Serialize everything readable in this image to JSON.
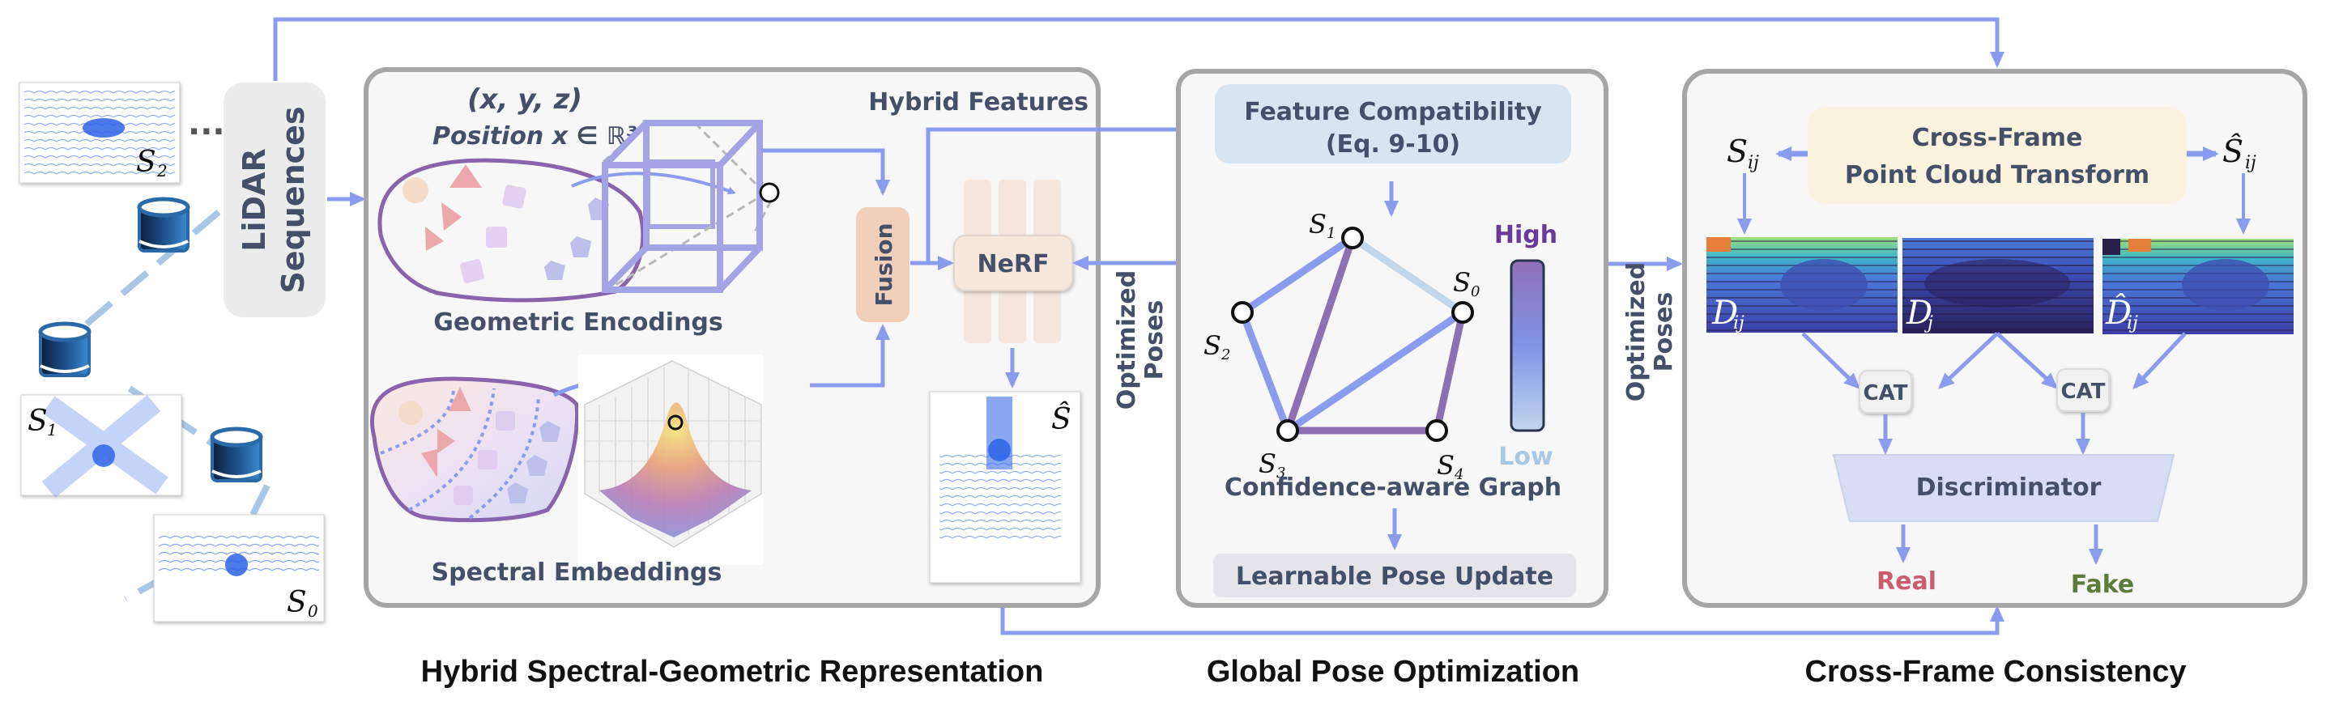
{
  "colors": {
    "arrow": "#8a9ced",
    "panel_border": "#a6a6a6",
    "panel_fill": "#f7f7f7",
    "text": "#44506a",
    "fusion_fill": "#f2cfb8",
    "nerf_fill": "#f7e6dc",
    "feature_compat_fill": "#d7e5f2",
    "pose_update_fill": "#e4e4ea",
    "transform_fill": "#fcf3de",
    "discriminator_fill": "#d6ddf4",
    "cat_fill": "#f1f1f1",
    "edge_high": "#8f6fb4",
    "edge_mid": "#8a9ced",
    "edge_low": "#c2d7ea",
    "high_label": "#6a3a9a",
    "low_label": "#a8c8e6",
    "real_label": "#cc5b6b",
    "fake_label": "#5a7d3a",
    "database": "#2a6aa8"
  },
  "input": {
    "lidar_sequences_line1": "LiDAR",
    "lidar_sequences_line2": "Sequences",
    "ellipsis": "···",
    "scans": [
      {
        "label": "S",
        "subscript": "2"
      },
      {
        "label": "S",
        "subscript": "1"
      },
      {
        "label": "S",
        "subscript": "0"
      }
    ],
    "database_icons": 3
  },
  "representation_panel": {
    "coord_label": "(x, y, z)",
    "position_label": "Position x ∈ ℝ³",
    "hybrid_features_label": "Hybrid Features",
    "geometric_encodings_label": "Geometric Encodings",
    "spectral_embeddings_label": "Spectral Embeddings",
    "fusion_label": "Fusion",
    "nerf_label": "NeRF",
    "rendered_scan": {
      "label": "Ŝ"
    }
  },
  "connectors": {
    "optimized_poses_left_line1": "Optimized",
    "optimized_poses_left_line2": "Poses",
    "optimized_poses_right_line1": "Optimized",
    "optimized_poses_right_line2": "Poses"
  },
  "pose_panel": {
    "feature_compat_line1": "Feature Compatibility",
    "feature_compat_line2": "(Eq. 9-10)",
    "graph_label": "Confidence-aware Graph",
    "pose_update_label": "Learnable Pose Update",
    "legend_high": "High",
    "legend_low": "Low",
    "nodes": [
      {
        "id": "S0",
        "label": "S",
        "subscript": "0"
      },
      {
        "id": "S1",
        "label": "S",
        "subscript": "1"
      },
      {
        "id": "S2",
        "label": "S",
        "subscript": "2"
      },
      {
        "id": "S3",
        "label": "S",
        "subscript": "3"
      },
      {
        "id": "S4",
        "label": "S",
        "subscript": "4"
      }
    ],
    "edges": [
      {
        "from": "S1",
        "to": "S2",
        "confidence": "mid"
      },
      {
        "from": "S1",
        "to": "S0",
        "confidence": "low"
      },
      {
        "from": "S1",
        "to": "S3",
        "confidence": "high"
      },
      {
        "from": "S2",
        "to": "S3",
        "confidence": "mid"
      },
      {
        "from": "S3",
        "to": "S0",
        "confidence": "mid"
      },
      {
        "from": "S3",
        "to": "S4",
        "confidence": "high"
      },
      {
        "from": "S4",
        "to": "S0",
        "confidence": "high"
      }
    ]
  },
  "consistency_panel": {
    "transform_line1": "Cross-Frame",
    "transform_line2": "Point Cloud Transform",
    "s_ij_label": "S",
    "s_ij_sub": "ij",
    "s_hat_ij_label": "Ŝ",
    "s_hat_ij_sub": "ij",
    "depth_maps": [
      {
        "label": "D",
        "subscript": "ij"
      },
      {
        "label": "D",
        "subscript": "j"
      },
      {
        "label": "D̂",
        "subscript": "ij"
      }
    ],
    "cat_label": "CAT",
    "discriminator_label": "Discriminator",
    "real_label": "Real",
    "fake_label": "Fake"
  },
  "captions": {
    "representation": "Hybrid Spectral-Geometric Representation",
    "pose": "Global Pose Optimization",
    "consistency": "Cross-Frame Consistency"
  }
}
